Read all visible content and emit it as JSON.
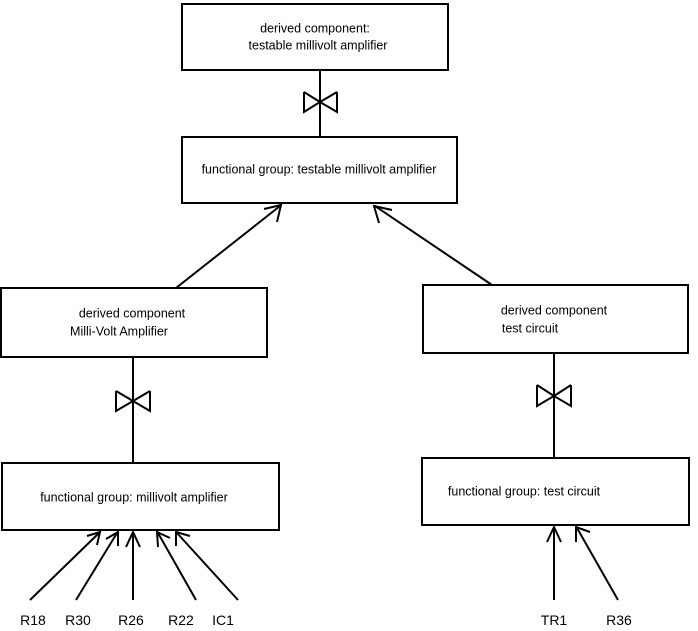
{
  "diagram": {
    "type": "component-decomposition-tree",
    "background_color": "#ffffff",
    "line_color": "#000000",
    "nodes": {
      "top_derived": {
        "line1": "derived component:",
        "line2": "testable millivolt amplifier"
      },
      "top_functional": {
        "line1": "functional group: testable millivolt amplifier"
      },
      "left_derived": {
        "line1": "derived component",
        "line2": "Milli-Volt Amplifier"
      },
      "right_derived": {
        "line1": "derived component",
        "line2": "test circuit"
      },
      "left_functional": {
        "line1": "functional group: millivolt amplifier"
      },
      "right_functional": {
        "line1": "functional group: test circuit"
      }
    },
    "leaves": {
      "left_group": [
        {
          "label": "R18"
        },
        {
          "label": "R30"
        },
        {
          "label": "R26"
        },
        {
          "label": "R22"
        },
        {
          "label": "IC1"
        }
      ],
      "right_group": [
        {
          "label": "TR1"
        },
        {
          "label": "R36"
        }
      ]
    },
    "connectors": [
      {
        "name": "bowtie-top",
        "kind": "bowtie-realization"
      },
      {
        "name": "bowtie-left",
        "kind": "bowtie-realization"
      },
      {
        "name": "bowtie-right",
        "kind": "bowtie-realization"
      },
      {
        "name": "arrow-left-to-top",
        "kind": "open-arrow"
      },
      {
        "name": "arrow-right-to-top",
        "kind": "open-arrow"
      }
    ]
  }
}
